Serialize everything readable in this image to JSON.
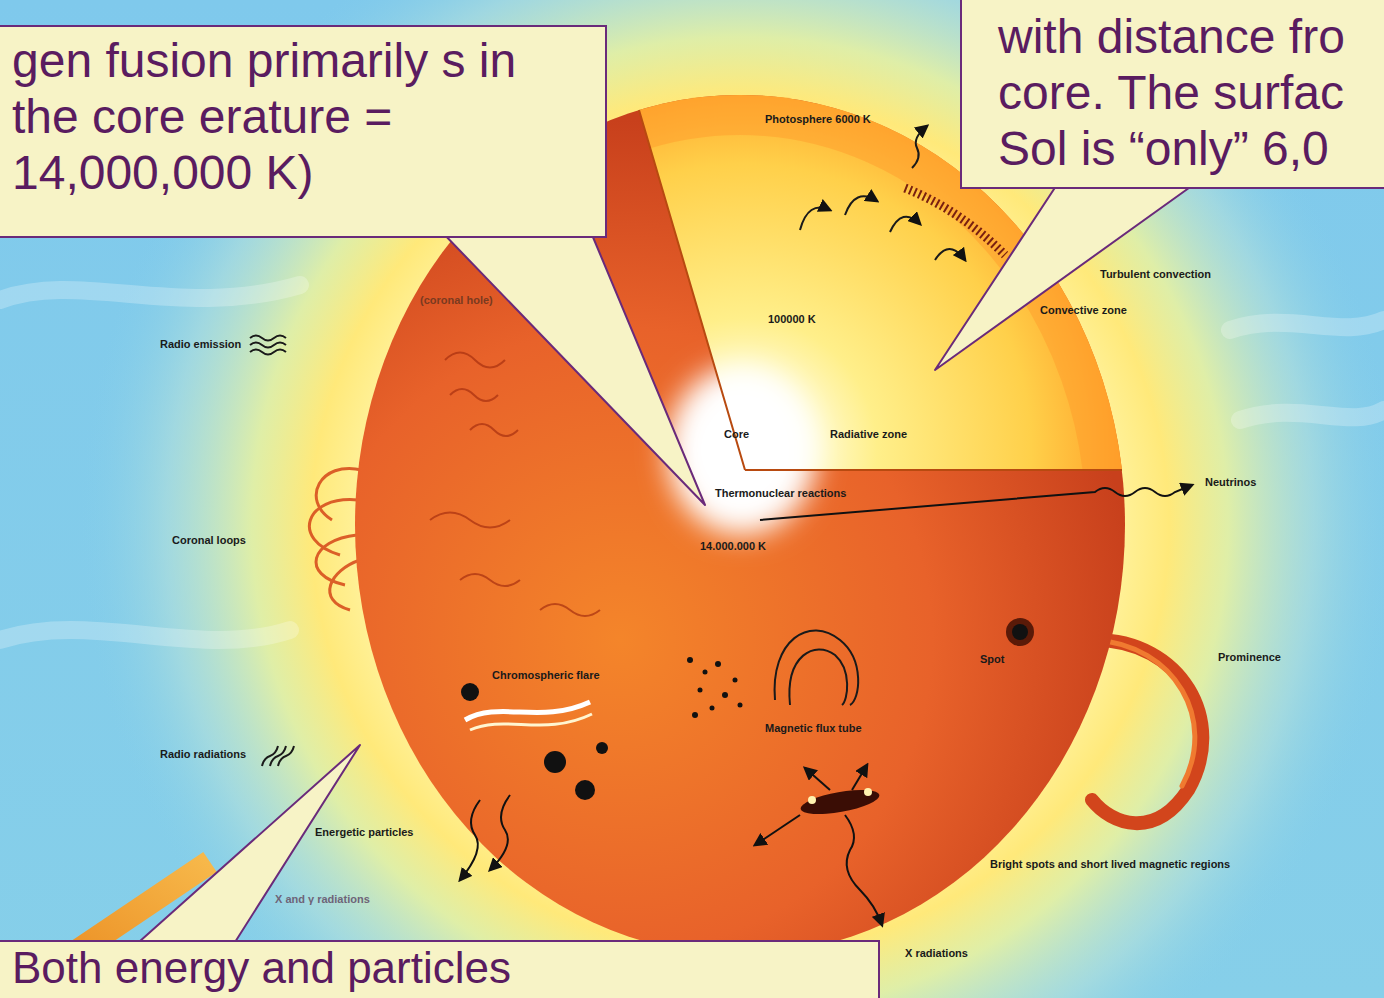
{
  "diagram": {
    "nodes": [
      {
        "text": [
          "gen fusion primarily s in the core erature = 14,000,000 K)"
        ]
      },
      {
        "text": [
          "with distance fro core. The surfac Sol is “only” 6,0"
        ]
      },
      {
        "text": [
          "Both energy and particles"
        ]
      }
    ],
    "labels": [
      "Photosphere 6000 K",
      "(coronal hole)",
      "100000 K",
      "Turbulent convection",
      "Convective zone",
      "Radio emission",
      "Core",
      "Radiative zone",
      "Neutrinos",
      "Thermonuclear reactions",
      "Coronal loops",
      "14.000.000 K",
      "Spot",
      "Prominence",
      "Chromospheric flare",
      "Magnetic flux tube",
      "Radio radiations",
      "Energetic particles",
      "Bright spots and short lived magnetic regions",
      "X and γ radiations",
      "X radiations"
    ]
  }
}
